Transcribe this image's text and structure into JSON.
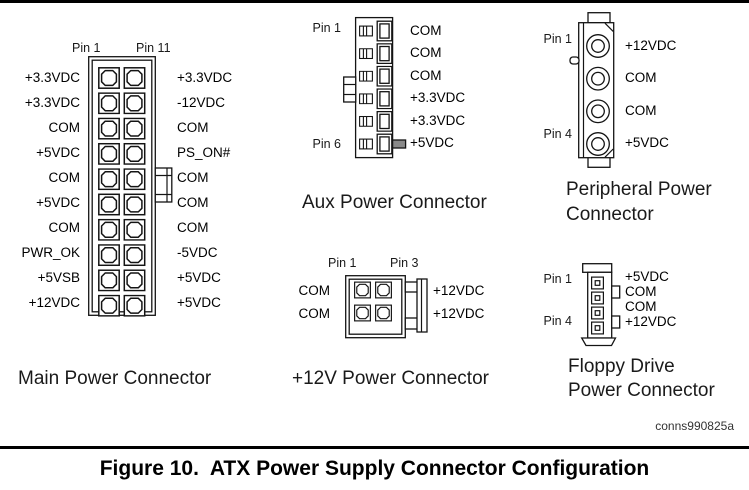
{
  "figure": {
    "caption": "Figure 10.  ATX Power Supply Connector Configuration",
    "doc_code": "conns990825a"
  },
  "colors": {
    "ink": "#141414",
    "text": "#000000",
    "pin_stub_fill": "#8a8a8a",
    "background": "#ffffff"
  },
  "main": {
    "title": "Main Power Connector",
    "pin_top_left": "Pin 1",
    "pin_top_right": "Pin 11",
    "left": [
      "+3.3VDC",
      "+3.3VDC",
      "COM",
      "+5VDC",
      "COM",
      "+5VDC",
      "COM",
      "PWR_OK",
      "+5VSB",
      "+12VDC"
    ],
    "right": [
      "+3.3VDC",
      "-12VDC",
      "COM",
      "PS_ON#",
      "COM",
      "COM",
      "COM",
      "-5VDC",
      "+5VDC",
      "+5VDC"
    ]
  },
  "aux": {
    "title": "Aux Power Connector",
    "pin_first": "Pin 1",
    "pin_last": "Pin 6",
    "pins": [
      "COM",
      "COM",
      "COM",
      "+3.3VDC",
      "+3.3VDC",
      "+5VDC"
    ]
  },
  "peripheral": {
    "title": "Peripheral Power\nConnector",
    "pin_first": "Pin 1",
    "pin_last": "Pin 4",
    "pins": [
      "+12VDC",
      "COM",
      "COM",
      "+5VDC"
    ]
  },
  "twelve_v": {
    "title": "+12V Power Connector",
    "pin_top_left": "Pin 1",
    "pin_top_right": "Pin 3",
    "left": [
      "COM",
      "COM"
    ],
    "right": [
      "+12VDC",
      "+12VDC"
    ]
  },
  "floppy": {
    "title": "Floppy Drive\nPower Connector",
    "pin_first": "Pin 1",
    "pin_last": "Pin 4",
    "pins": [
      "+5VDC",
      "COM",
      "COM",
      "+12VDC"
    ]
  }
}
